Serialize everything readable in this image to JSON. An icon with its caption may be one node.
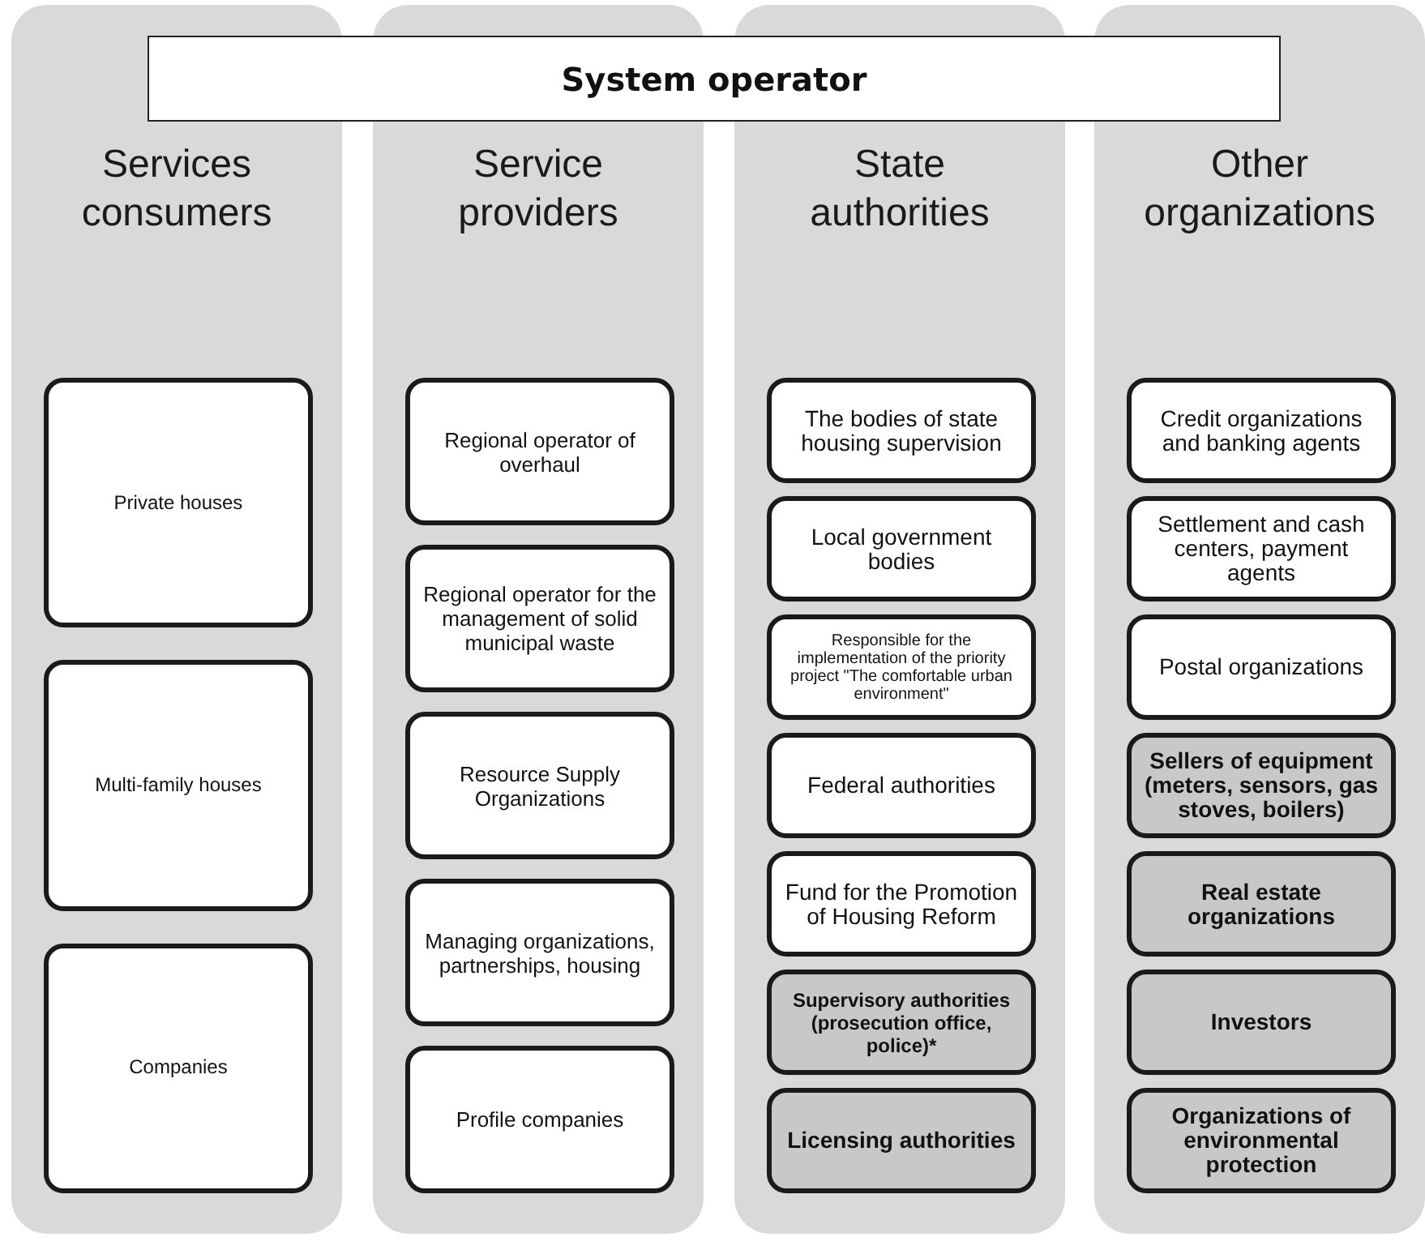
{
  "diagram": {
    "nodes": [
      {
        "text": [
          "System operator"
        ]
      },
      {
        "text": [
          "Services consumers"
        ]
      },
      {
        "text": [
          "Private houses"
        ],
        "in": 1
      },
      {
        "text": [
          "Multi-family houses"
        ],
        "in": 1
      },
      {
        "text": [
          "Companies"
        ],
        "in": 1
      },
      {
        "text": [
          "Service providers"
        ]
      },
      {
        "text": [
          "Regional operator of overhaul"
        ],
        "in": 5
      },
      {
        "text": [
          "Regional operator for the management of solid municipal waste"
        ],
        "in": 5
      },
      {
        "text": [
          "Resource Supply Organizations"
        ],
        "in": 5
      },
      {
        "text": [
          "Managing organizations, partnerships, housing"
        ],
        "in": 5
      },
      {
        "text": [
          "Profile companies"
        ],
        "in": 5
      },
      {
        "text": [
          "State authorities"
        ]
      },
      {
        "text": [
          "The bodies of state housing supervision"
        ],
        "in": 11
      },
      {
        "text": [
          "Local government bodies"
        ],
        "in": 11
      },
      {
        "text": [
          "Responsible for the implementation of the priority project \"The comfortable urban environment\""
        ],
        "in": 11
      },
      {
        "text": [
          "Federal authorities"
        ],
        "in": 11
      },
      {
        "text": [
          "Fund for the Promotion of Housing Reform"
        ],
        "in": 11
      },
      {
        "text": [
          "Supervisory authorities (prosecution office, police)*"
        ],
        "in": 11
      },
      {
        "text": [
          "Licensing authorities"
        ],
        "in": 11
      },
      {
        "text": [
          "Other organizations"
        ]
      },
      {
        "text": [
          "Credit organizations and banking agents"
        ],
        "in": 19
      },
      {
        "text": [
          "Settlement and cash centers, payment agents"
        ],
        "in": 19
      },
      {
        "text": [
          "Postal organizations"
        ],
        "in": 19
      },
      {
        "text": [
          "Sellers of equipment (meters, sensors, gas stoves, boilers)"
        ],
        "in": 19
      },
      {
        "text": [
          "Real estate organizations"
        ],
        "in": 19
      },
      {
        "text": [
          "Investors"
        ],
        "in": 19
      },
      {
        "text": [
          "Organizations of environmental protection"
        ],
        "in": 19
      }
    ]
  }
}
